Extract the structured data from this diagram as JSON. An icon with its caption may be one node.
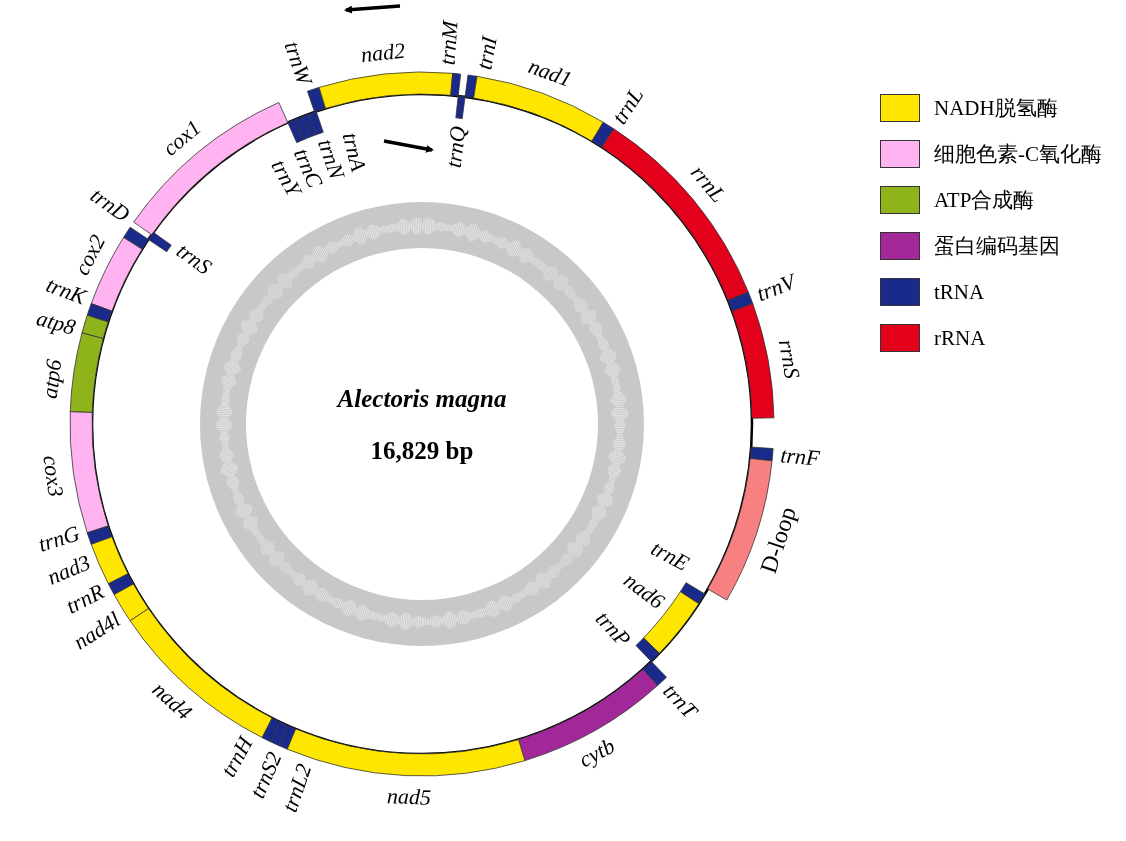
{
  "diagram": {
    "labels": [
      "trnW",
      "nad2",
      "trnM",
      "trnI",
      "nad1",
      "trnL",
      "cox1",
      "trnY",
      "trnC",
      "trnN",
      "trnA",
      "trnQ",
      "rrnL",
      "trnD",
      "cox2",
      "trnS",
      "trnK",
      "trnV",
      "atp8",
      "atp6",
      "rrnS",
      "Alectoris magna",
      "cox3",
      "16,829 bp",
      "trnF",
      "trnG",
      "nad3",
      "trnE",
      "D-loop",
      "trnR",
      "nad6",
      "nad4l",
      "trnP",
      "nad4",
      "trnT",
      "trnH",
      "trnS2",
      "trnL2",
      "cytb",
      "nad5"
    ],
    "legend": [
      {
        "text": "NADH脱氢酶",
        "color": "#ffe600"
      },
      {
        "text": "细胞色素-C氧化酶",
        "color": "#ffb3f0"
      },
      {
        "text": "ATP合成酶",
        "color": "#8fb31a"
      },
      {
        "text": "蛋白编码基因",
        "color": "#a2289a"
      },
      {
        "text": "tRNA",
        "color": "#1a2a8a"
      },
      {
        "text": "rRNA",
        "color": "#e3001b"
      }
    ]
  }
}
